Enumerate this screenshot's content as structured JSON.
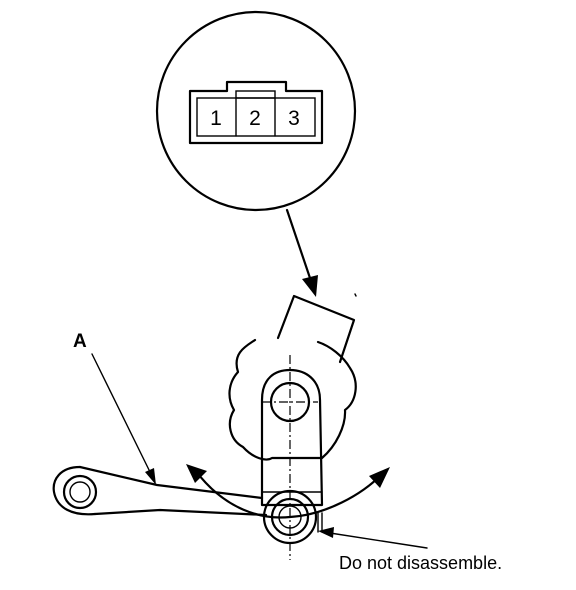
{
  "connector": {
    "pins": [
      "1",
      "2",
      "3"
    ]
  },
  "callouts": {
    "part_label": "A",
    "warning": "Do not disassemble."
  }
}
